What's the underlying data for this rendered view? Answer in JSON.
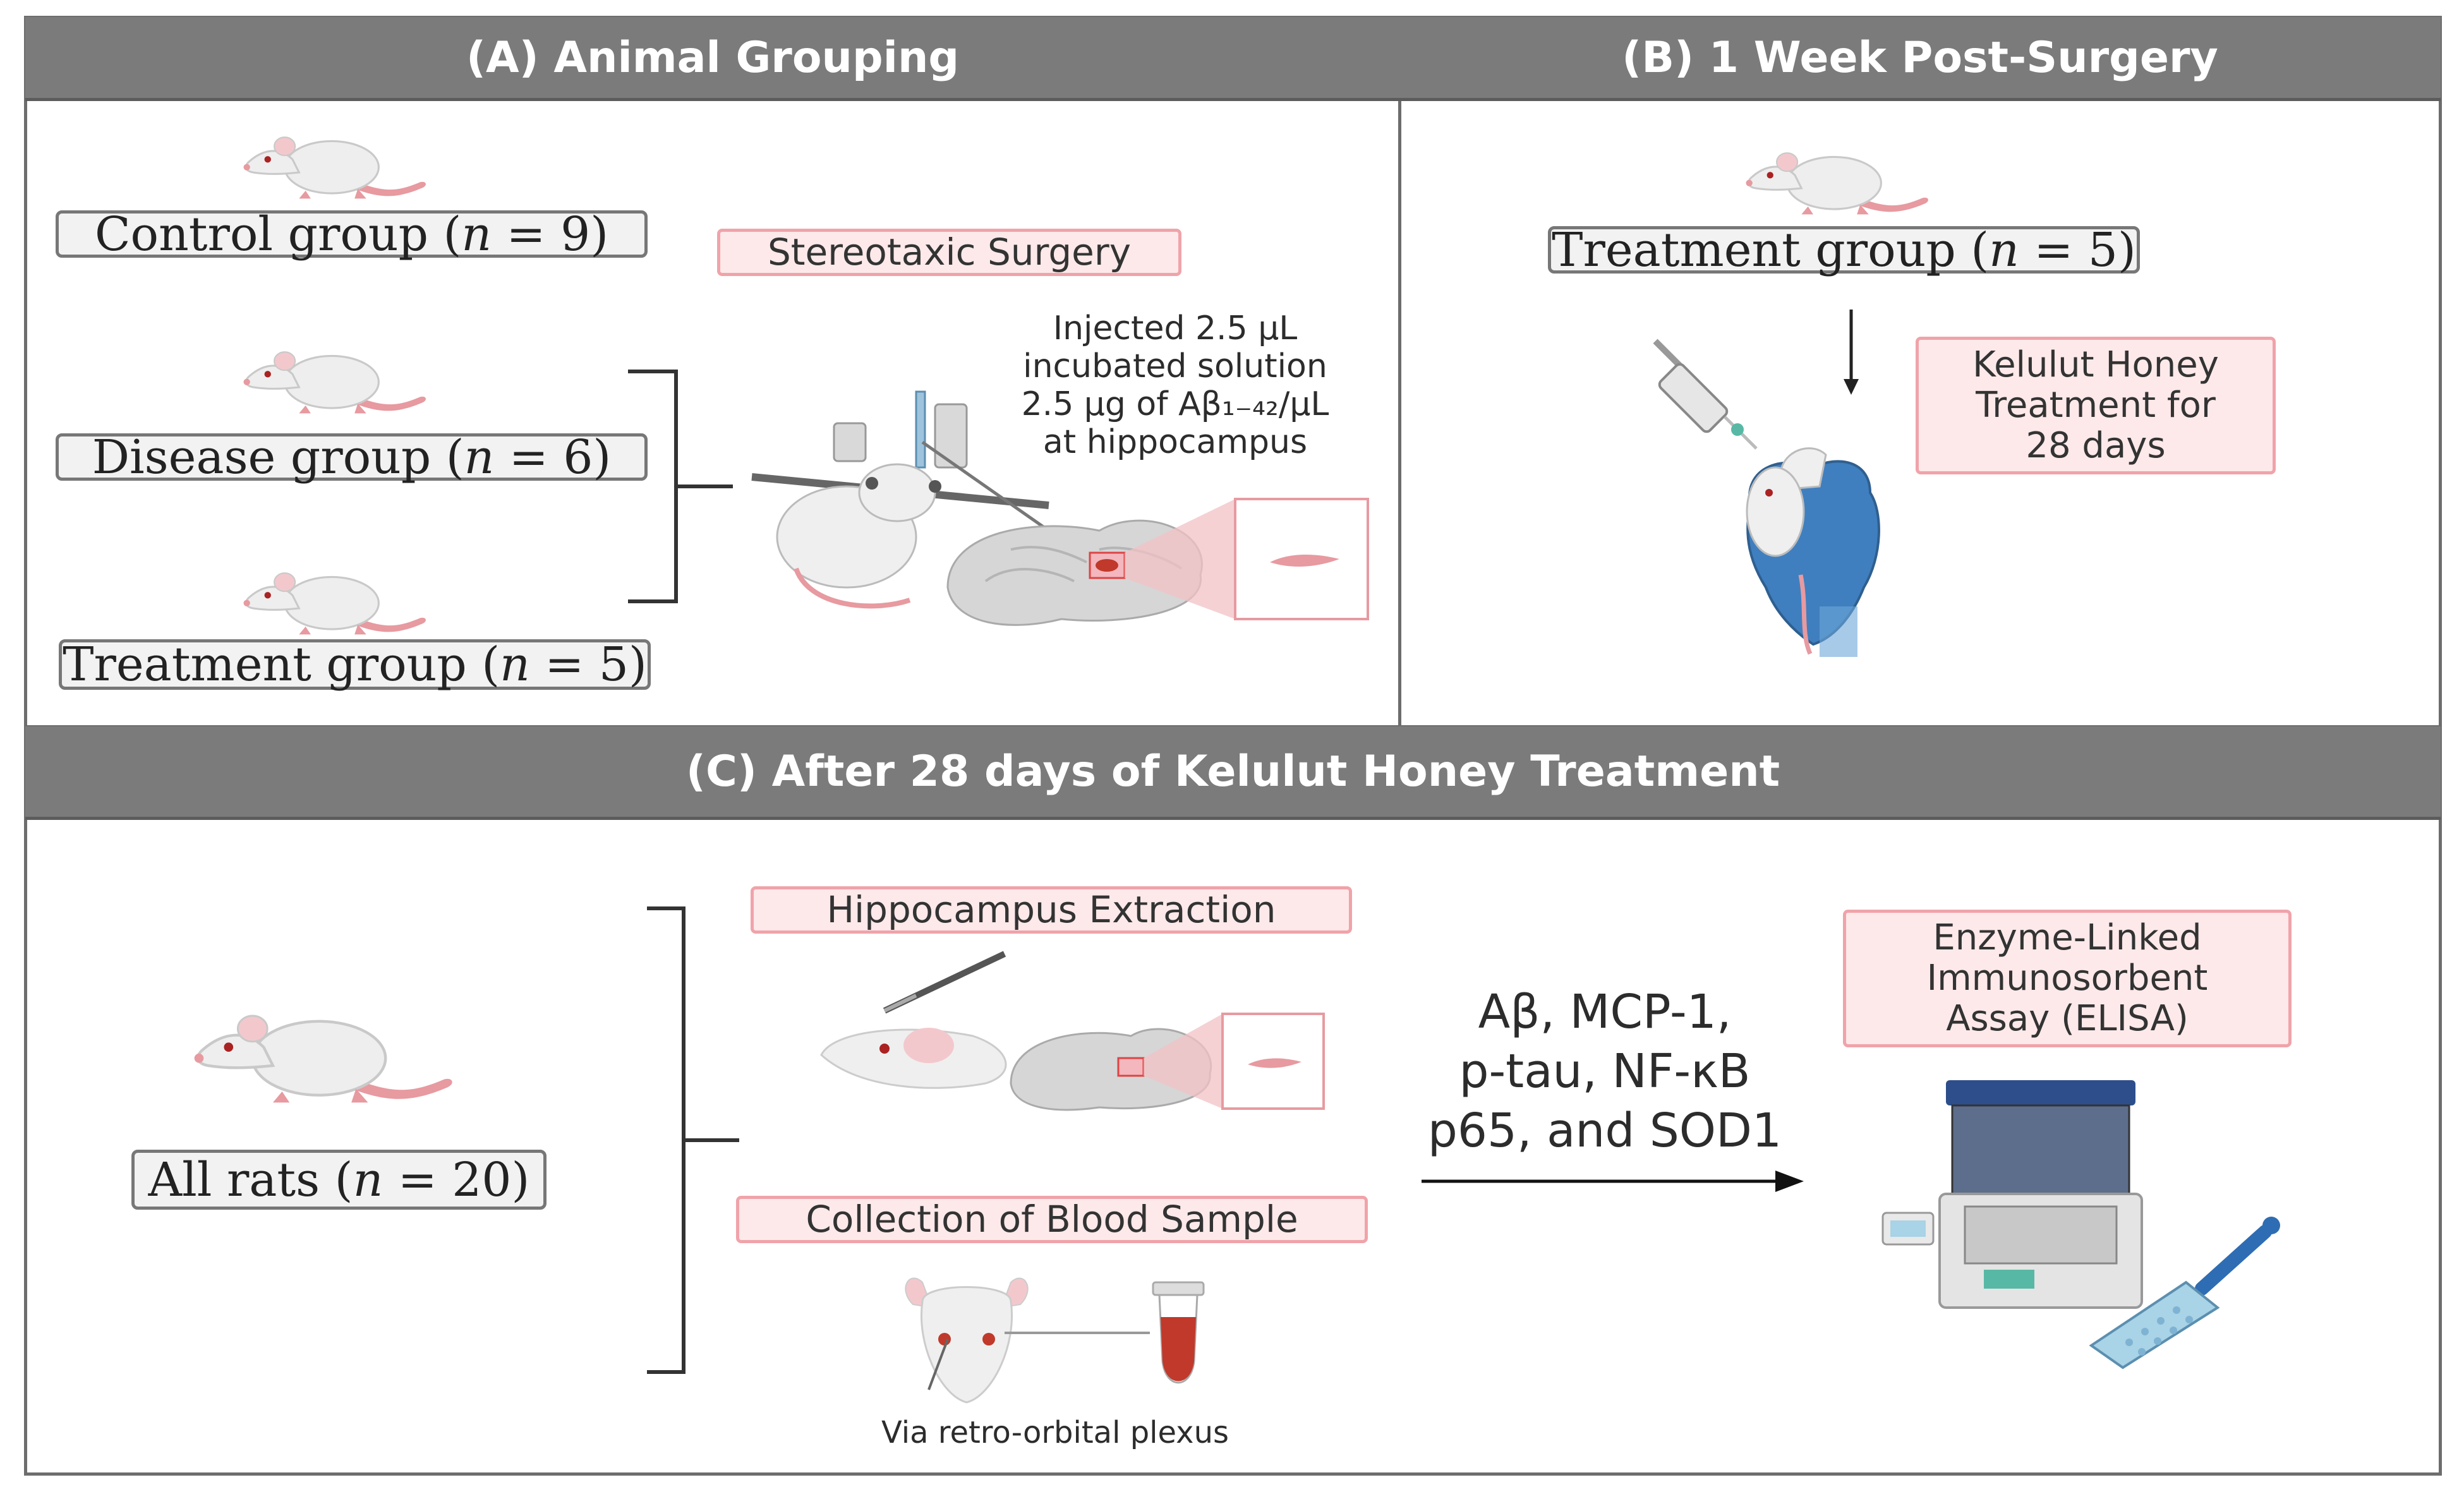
{
  "panels": {
    "a": {
      "title": "(A) Animal Grouping",
      "groups": [
        {
          "name": "Control group",
          "n": "9"
        },
        {
          "name": "Disease group",
          "n": "6"
        },
        {
          "name": "Treatment group",
          "n": "5"
        }
      ],
      "surgery_label": "Stereotaxic Surgery",
      "injection_lines": [
        "Injected 2.5 µL",
        "incubated solution",
        "2.5 µg of Aβ₁₋₄₂/µL",
        "at hippocampus"
      ]
    },
    "b": {
      "title": "(B) 1 Week Post-Surgery",
      "group": {
        "name": "Treatment group",
        "n": "5"
      },
      "treatment_lines": [
        "Kelulut Honey",
        "Treatment for",
        "28 days"
      ]
    },
    "c": {
      "title": "(C) After 28 days of Kelulut Honey Treatment",
      "all_rats": {
        "name": "All rats",
        "n": "20"
      },
      "extraction_label": "Hippocampus Extraction",
      "blood_label": "Collection of Blood Sample",
      "blood_note": "Via retro-orbital plexus",
      "markers_lines": [
        "Aβ, MCP-1,",
        "p-tau, NF-κB",
        "p65, and SOD1"
      ],
      "elisa_lines": [
        "Enzyme-Linked",
        "Immunosorbent",
        "Assay (ELISA)"
      ]
    }
  },
  "colors": {
    "header_bg": "#7b7b7b",
    "label_fill": "#fde9ea",
    "label_border": "#f0a3aa",
    "rat_tail": "#e79aa0",
    "glove": "#3f7fbf"
  },
  "icons": [
    "rat-icon",
    "stereotaxic-apparatus-icon",
    "brain-icon",
    "syringe-icon",
    "gloved-hand-icon",
    "blood-tube-icon",
    "elisa-reader-icon",
    "pipette-icon",
    "well-plate-icon",
    "scalpel-icon"
  ]
}
